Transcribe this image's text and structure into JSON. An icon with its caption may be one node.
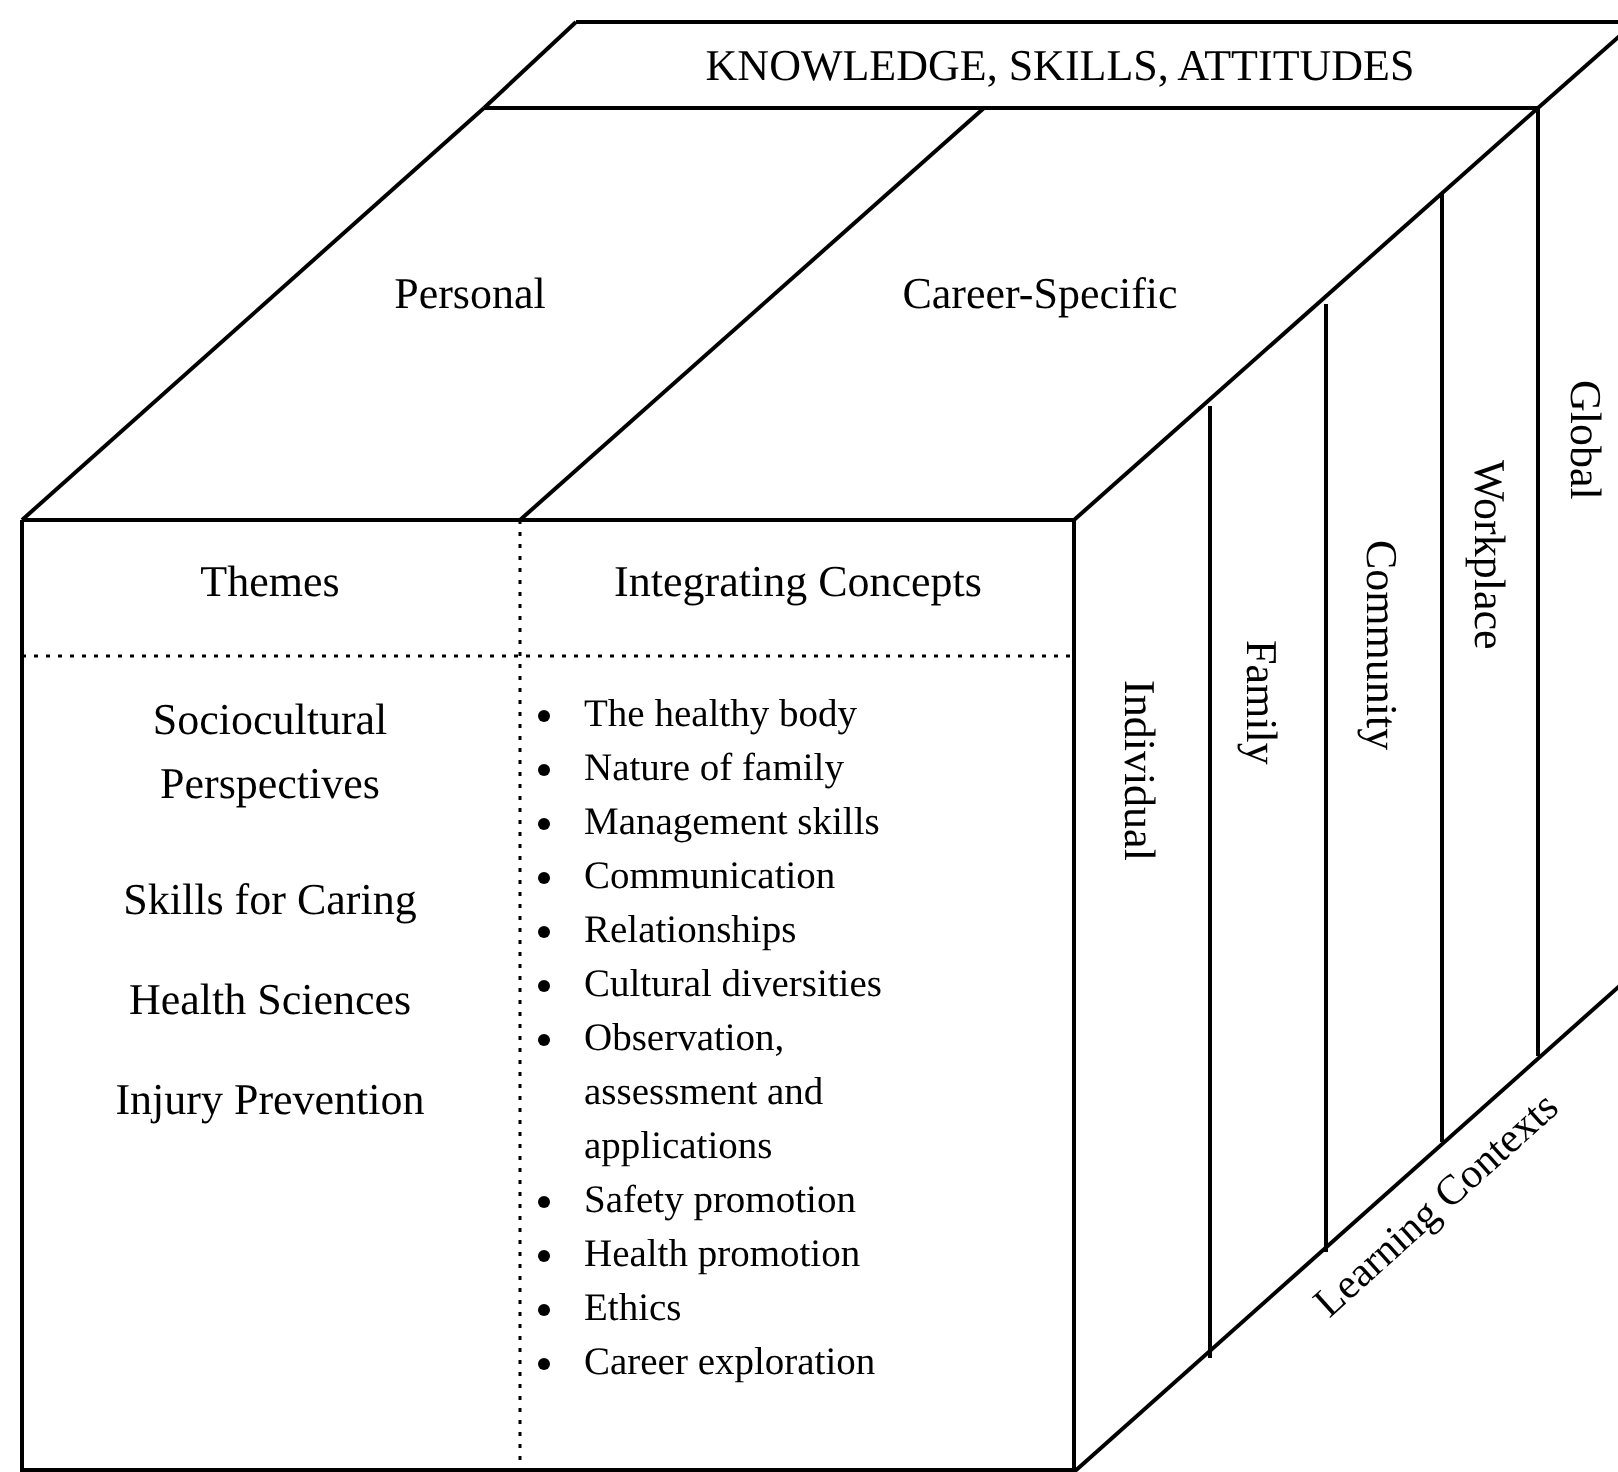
{
  "diagram": {
    "nodes": [
      {
        "text": [
          "KNOWLEDGE, SKILLS, ATTITUDES"
        ]
      },
      {
        "text": [
          "Personal"
        ]
      },
      {
        "text": [
          "Career-Specific"
        ]
      },
      {
        "text": [
          "Themes",
          "Sociocultural Perspectives",
          "Skills for Caring",
          "Health Sciences",
          "Injury Prevention"
        ]
      },
      {
        "text": [
          "Integrating Concepts",
          "The healthy body",
          "Nature of family",
          "Management skills",
          "Communication",
          "Relationships",
          "Cultural diversities",
          "Observation, assessment and applications",
          "Safety promotion",
          "Health promotion",
          "Ethics",
          "Career exploration"
        ]
      },
      {
        "text": [
          "Individual"
        ]
      },
      {
        "text": [
          "Family"
        ]
      },
      {
        "text": [
          "Community"
        ]
      },
      {
        "text": [
          "Workplace"
        ]
      },
      {
        "text": [
          "Global"
        ]
      }
    ],
    "labels": [
      "Learning Contexts"
    ]
  }
}
